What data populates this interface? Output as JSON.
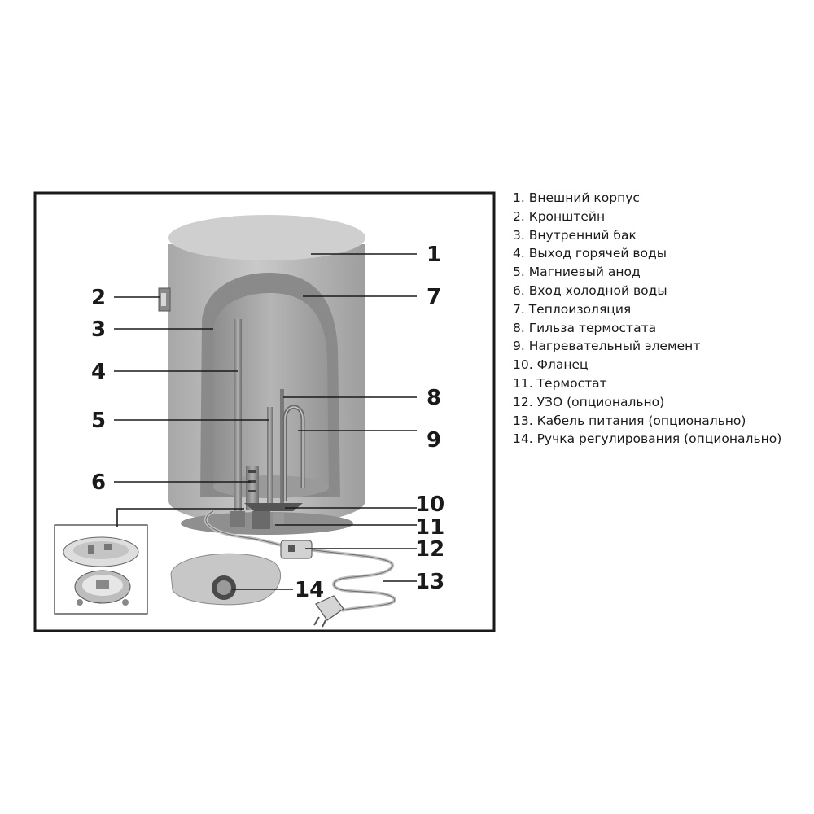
{
  "callouts": [
    {
      "num": "1"
    },
    {
      "num": "2"
    },
    {
      "num": "3"
    },
    {
      "num": "4"
    },
    {
      "num": "5"
    },
    {
      "num": "6"
    },
    {
      "num": "7"
    },
    {
      "num": "8"
    },
    {
      "num": "9"
    },
    {
      "num": "10"
    },
    {
      "num": "11"
    },
    {
      "num": "12"
    },
    {
      "num": "13"
    },
    {
      "num": "14"
    }
  ],
  "legend": [
    "1. Внешний корпус",
    "2. Кронштейн",
    "3. Внутренний бак",
    "4. Выход горячей воды",
    "5. Магниевый анод",
    "6. Вход холодной воды",
    "7. Теплоизоляция",
    "8. Гильза термостата",
    "9. Нагревательный элемент",
    "10. Фланец",
    "11. Термостат",
    "12. УЗО (опционально)",
    "13. Кабель питания (опционально)",
    "14. Ручка регулирования (опционально)"
  ],
  "colors": {
    "frame": "#1a1a1a",
    "body": "#bdbdbd",
    "insulation": "#8c8c8c",
    "tank": "#a9a9a9"
  }
}
